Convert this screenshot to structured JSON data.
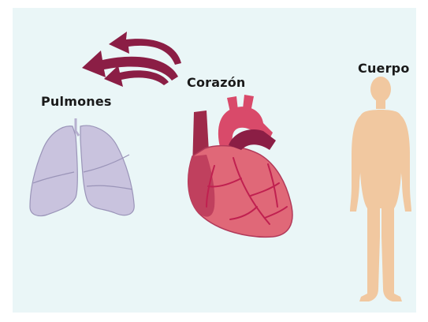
{
  "labels": {
    "lungs": "Pulmones",
    "heart": "Corazón",
    "body": "Cuerpo"
  },
  "colors": {
    "background_panel": "#eaf6f7",
    "arrow": "#8b1e45",
    "lungs_fill": "#c9c3de",
    "lungs_stroke": "#9a94b8",
    "heart_fill": "#e06878",
    "heart_dark": "#9e2a4a",
    "heart_vessels": "#c02050",
    "body_fill": "#f1c8a0"
  },
  "icons": [
    "arrows-heart-to-lungs",
    "lungs-icon",
    "heart-icon",
    "human-body-icon"
  ]
}
